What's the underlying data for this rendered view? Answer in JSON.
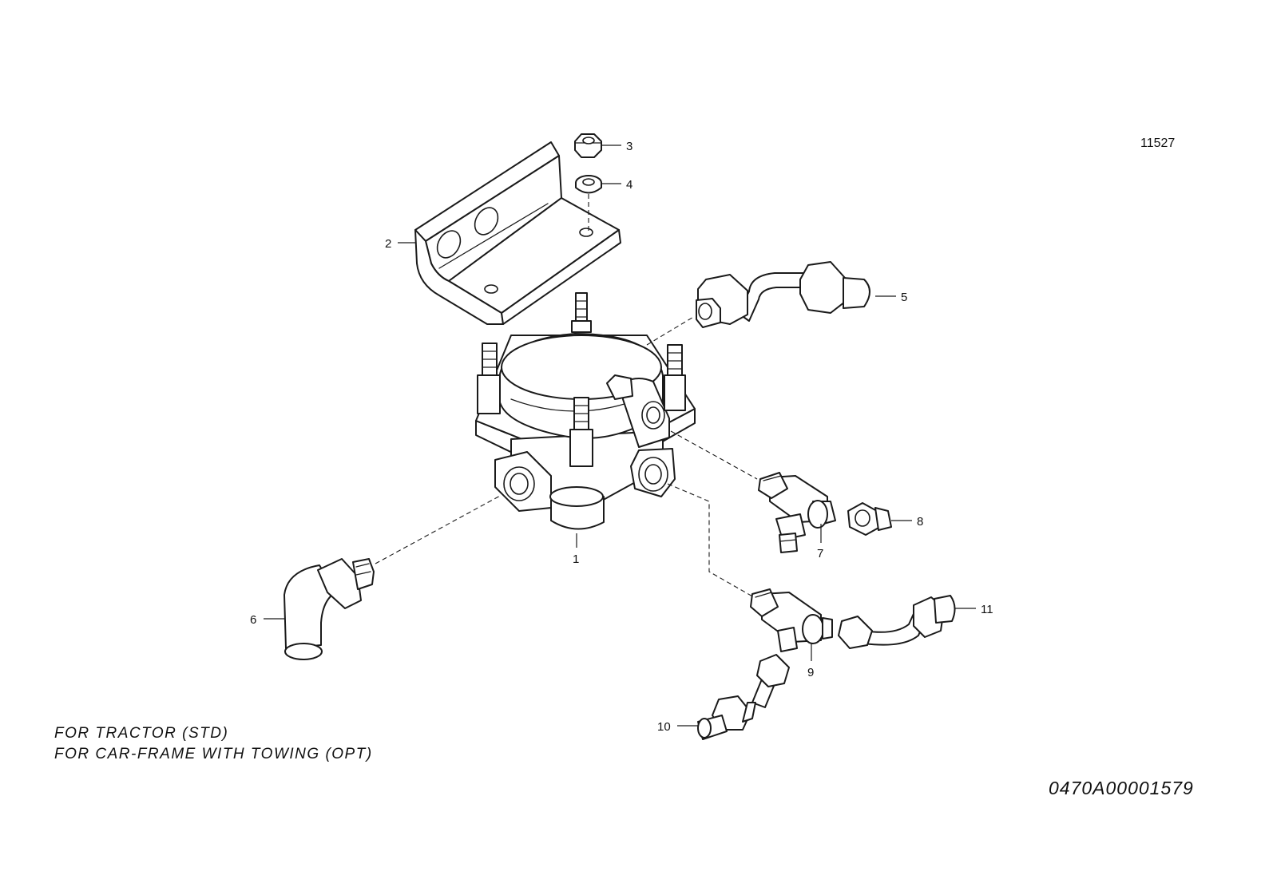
{
  "drawing": {
    "reference_top": "11527",
    "reference_bottom": "0470A00001579",
    "notes": [
      "FOR TRACTOR (STD)",
      "FOR CAR-FRAME WITH TOWING (OPT)"
    ]
  },
  "callouts": [
    "1",
    "2",
    "3",
    "4",
    "5",
    "6",
    "7",
    "8",
    "9",
    "10",
    "11"
  ]
}
